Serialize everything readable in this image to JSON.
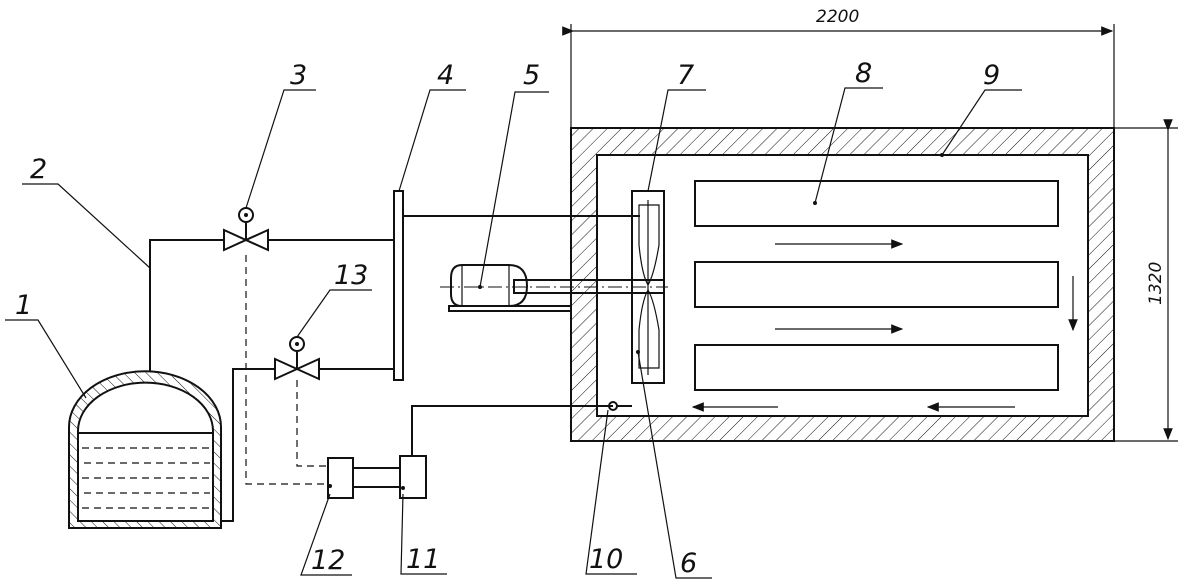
{
  "labels": {
    "l1": "1",
    "l2": "2",
    "l3": "3",
    "l4": "4",
    "l5": "5",
    "l6": "6",
    "l7": "7",
    "l8": "8",
    "l9": "9",
    "l10": "10",
    "l11": "11",
    "l12": "12",
    "l13": "13"
  },
  "dimensions": {
    "width": "2200",
    "height": "1320"
  }
}
